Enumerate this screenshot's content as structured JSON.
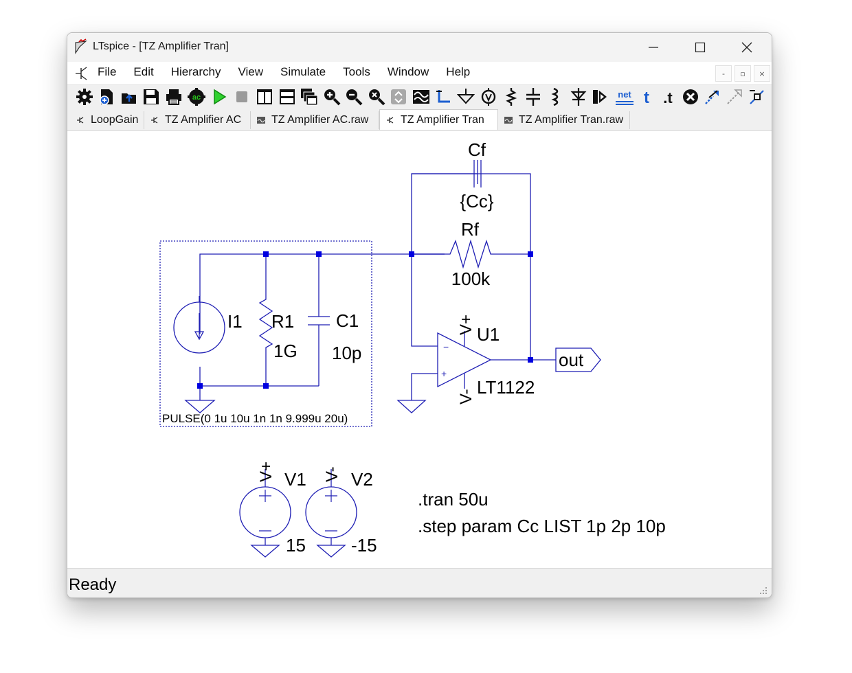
{
  "window": {
    "title": "LTspice - [TZ Amplifier Tran]"
  },
  "menu": [
    "File",
    "Edit",
    "Hierarchy",
    "View",
    "Simulate",
    "Tools",
    "Window",
    "Help"
  ],
  "mdi_controls": [
    "-",
    "▫",
    "×"
  ],
  "toolbar_icons": [
    "settings-gear",
    "new-schematic",
    "open-folder",
    "save",
    "print",
    "ac-analysis",
    "run",
    "halt",
    "tile-vertical",
    "tile-horizontal",
    "cascade-windows",
    "zoom-in",
    "zoom-out",
    "zoom-fit",
    "zoom-previous",
    "waveform-viewer",
    "wire",
    "ground",
    "component-voltmeter",
    "resistor",
    "capacitor",
    "inductor",
    "diode",
    "component",
    "net-label",
    "text",
    "spice-directive",
    "delete",
    "duplicate",
    "move",
    "drag"
  ],
  "toolbar_text": {
    "ac": "ac",
    "net": "net",
    "t": "t",
    "dot_t": ".t"
  },
  "tabs": [
    {
      "label": "LoopGain",
      "icon": "schematic",
      "active": false
    },
    {
      "label": "TZ Amplifier AC",
      "icon": "schematic",
      "active": false
    },
    {
      "label": "TZ Amplifier AC.raw",
      "icon": "waveform",
      "active": false
    },
    {
      "label": "TZ Amplifier Tran",
      "icon": "schematic",
      "active": true
    },
    {
      "label": "TZ Amplifier Tran.raw",
      "icon": "waveform",
      "active": false
    }
  ],
  "schematic": {
    "cf_name": "Cf",
    "cf_value": "{Cc}",
    "rf_name": "Rf",
    "rf_value": "100k",
    "i1_name": "I1",
    "r1_name": "R1",
    "r1_value": "1G",
    "c1_name": "C1",
    "c1_value": "10p",
    "i1_pulse": "PULSE(0 1u 10u 1n 1n 9.999u 20u)",
    "u1_name": "U1",
    "u1_model": "LT1122",
    "u1_vplus": "V+",
    "u1_vminus": "V-",
    "opamp_plus": "+",
    "opamp_minus": "−",
    "out_label": "out",
    "v1_name": "V1",
    "v1_value": "15",
    "v1_net": "V+",
    "v2_name": "V2",
    "v2_value": "-15",
    "v2_net": "V-",
    "directive_tran": ".tran 50u",
    "directive_step": ".step param Cc LIST 1p 2p 10p"
  },
  "colors": {
    "wire": "#1f1fb4",
    "junction": "#0000e0",
    "dotted_box": "#1f1fb4",
    "text": "#000000"
  },
  "status": {
    "text": "Ready"
  }
}
